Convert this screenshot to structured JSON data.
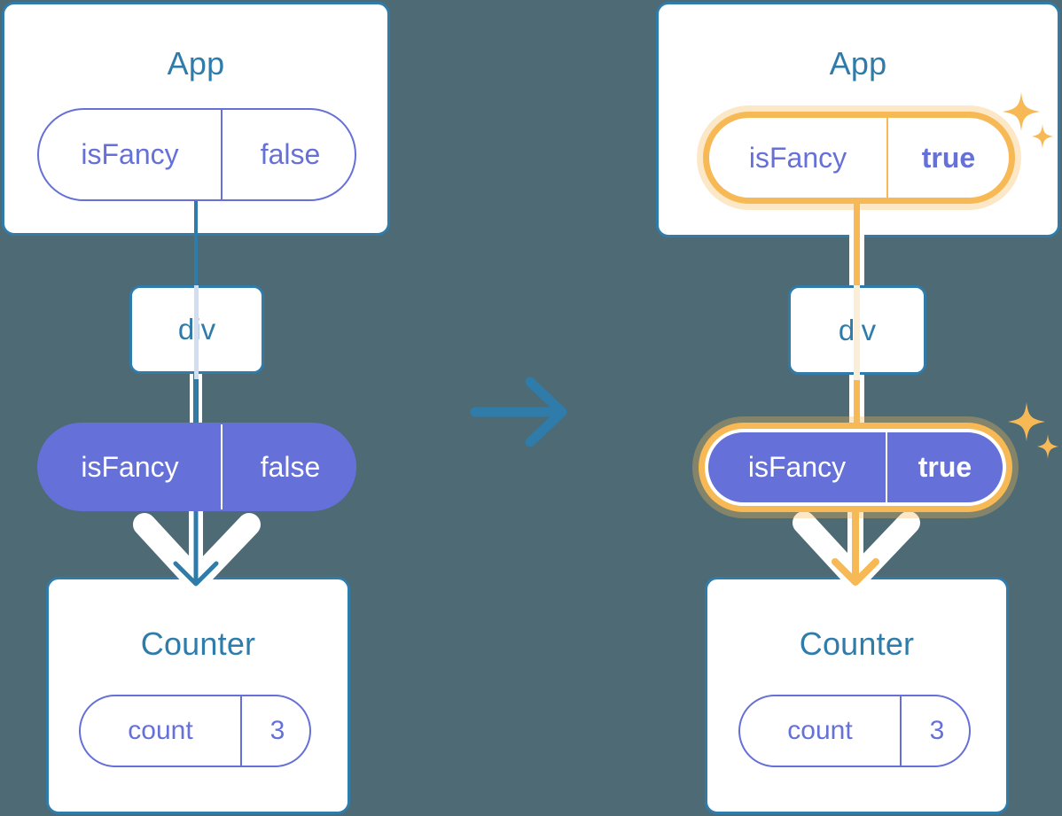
{
  "diagram": {
    "title": "React state propagation: isFancy false to true",
    "background_color": "#4d6a75",
    "accent_blue": "#2f7cab",
    "accent_purple": "#6570d8",
    "accent_orange": "#f7b955"
  },
  "panels": {
    "left": {
      "app": {
        "title": "App",
        "state": {
          "name": "isFancy",
          "value": "false"
        }
      },
      "element": {
        "tag": "div"
      },
      "prop_pill": {
        "name": "isFancy",
        "value": "false"
      },
      "counter": {
        "title": "Counter",
        "state": {
          "name": "count",
          "value": "3"
        }
      }
    },
    "right": {
      "app": {
        "title": "App",
        "state": {
          "name": "isFancy",
          "value": "true"
        }
      },
      "element": {
        "tag": "div"
      },
      "prop_pill": {
        "name": "isFancy",
        "value": "true"
      },
      "counter": {
        "title": "Counter",
        "state": {
          "name": "count",
          "value": "3"
        }
      }
    }
  },
  "transition": {
    "icon": "arrow-right-icon",
    "color": "#2f7cab"
  },
  "sparkle_icon": "sparkle-icon"
}
